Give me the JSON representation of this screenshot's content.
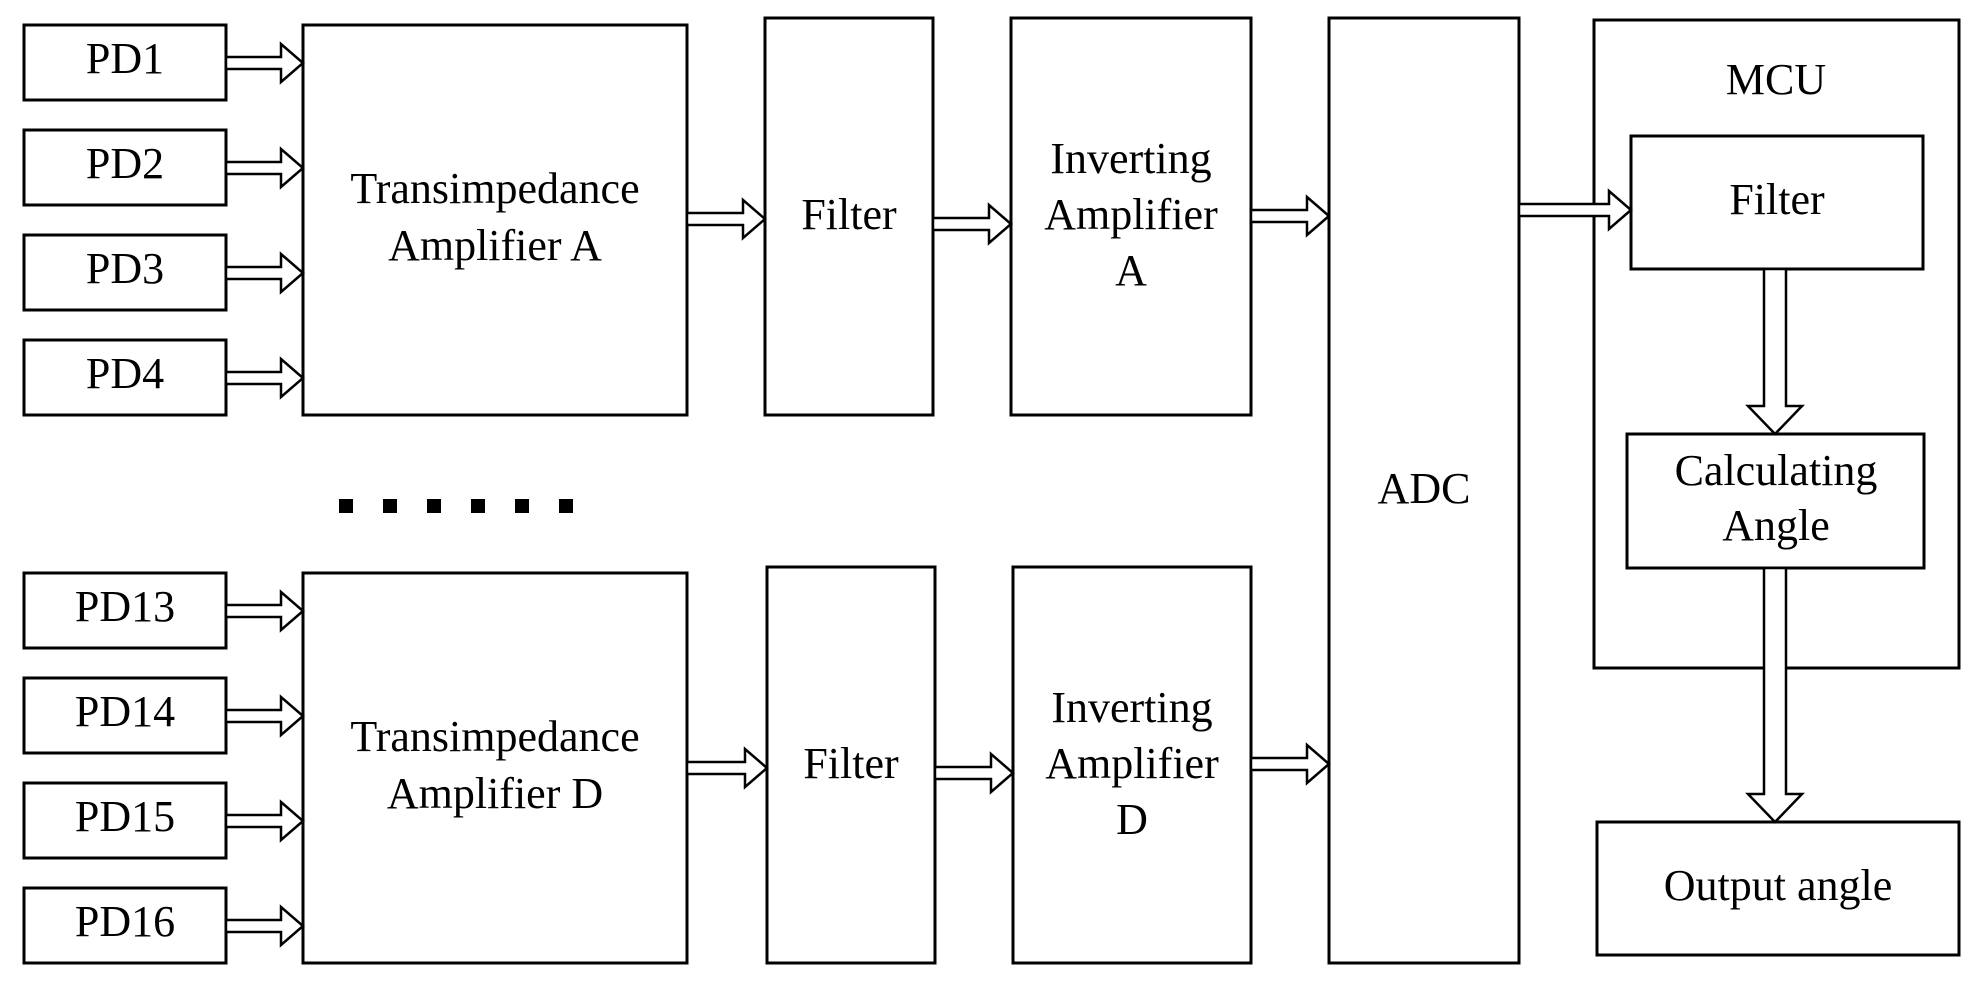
{
  "pd_top": [
    "PD1",
    "PD2",
    "PD3",
    "PD4"
  ],
  "pd_bottom": [
    "PD13",
    "PD14",
    "PD15",
    "PD16"
  ],
  "tia_a": [
    "Transimpedance",
    "Amplifier A"
  ],
  "tia_d": [
    "Transimpedance",
    "Amplifier D"
  ],
  "filter_a": "Filter",
  "filter_d": "Filter",
  "inv_a": [
    "Inverting",
    "Amplifier",
    "A"
  ],
  "inv_d": [
    "Inverting",
    "Amplifier",
    "D"
  ],
  "adc": "ADC",
  "mcu": {
    "title": "MCU",
    "filter": "Filter",
    "calc": [
      "Calculating",
      "Angle"
    ]
  },
  "output": "Output angle",
  "ellipsis_dot_count": 6
}
